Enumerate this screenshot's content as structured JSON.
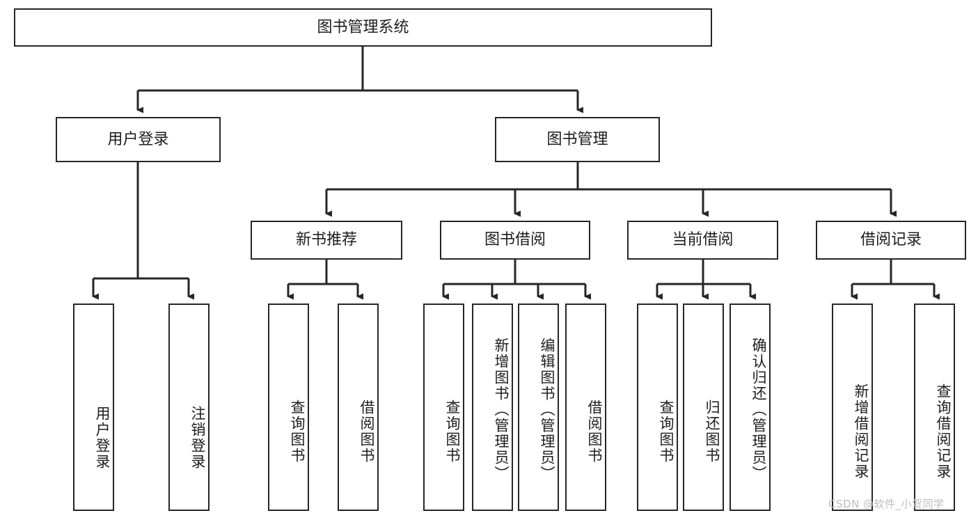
{
  "diagram": {
    "title": "图书管理系统",
    "type": "tree-hierarchy",
    "watermark": "CSDN @软件_小贺同学",
    "colors": {
      "border": "#262626",
      "text": "#1d1d1d",
      "background": "#ffffff",
      "watermark": "#bdbdbd"
    },
    "root": {
      "label": "图书管理系统"
    },
    "level2": [
      {
        "label": "用户登录"
      },
      {
        "label": "图书管理"
      }
    ],
    "level3": [
      {
        "label": "新书推荐"
      },
      {
        "label": "图书借阅"
      },
      {
        "label": "当前借阅"
      },
      {
        "label": "借阅记录"
      }
    ],
    "leaves": {
      "user_login": [
        {
          "label": "用户登录"
        },
        {
          "label": "注销登录"
        }
      ],
      "new_book_recommend": [
        {
          "label": "查询图书"
        },
        {
          "label": "借阅图书"
        }
      ],
      "book_borrow": [
        {
          "label": "查询图书"
        },
        {
          "label": "新增图书（管理员）"
        },
        {
          "label": "编辑图书（管理员）"
        },
        {
          "label": "借阅图书"
        }
      ],
      "current_borrow": [
        {
          "label": "查询图书"
        },
        {
          "label": "归还图书"
        },
        {
          "label": "确认归还（管理员）"
        }
      ],
      "borrow_records": [
        {
          "label": "新增借阅记录"
        },
        {
          "label": "查询借阅记录"
        }
      ]
    }
  }
}
